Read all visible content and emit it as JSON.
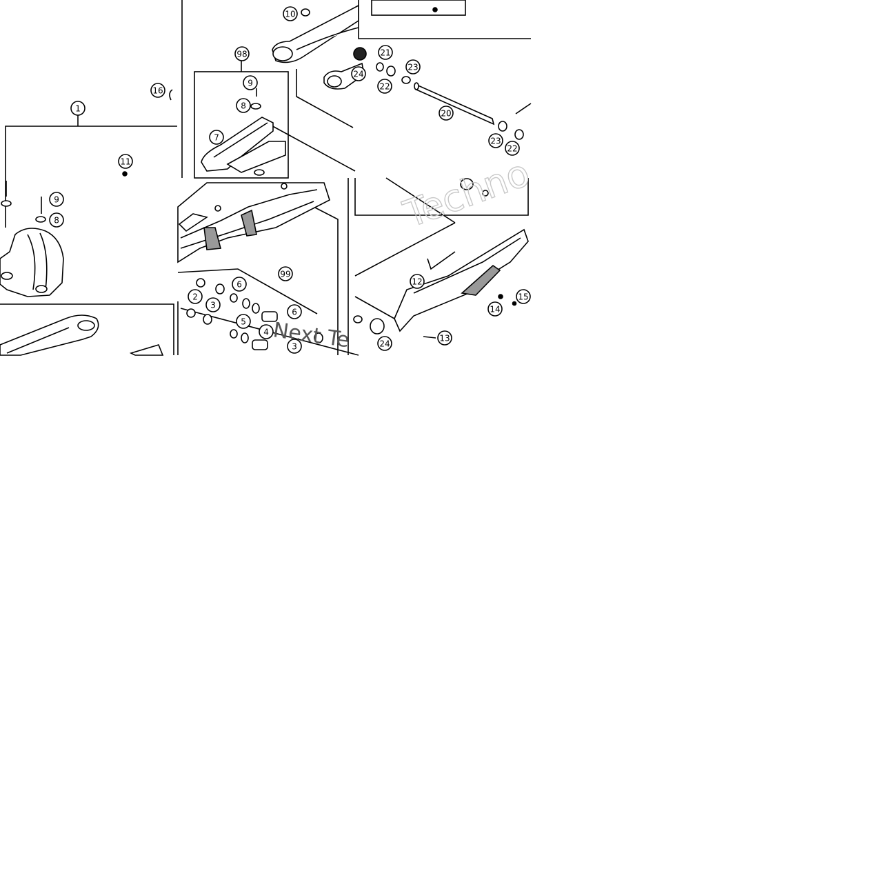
{
  "diagram": {
    "callouts": [
      {
        "id": "c-10",
        "label": "10"
      },
      {
        "id": "c-98",
        "label": "98"
      },
      {
        "id": "c-9a",
        "label": "9"
      },
      {
        "id": "c-8a",
        "label": "8"
      },
      {
        "id": "c-7",
        "label": "7"
      },
      {
        "id": "c-16",
        "label": "16"
      },
      {
        "id": "c-1",
        "label": "1"
      },
      {
        "id": "c-11",
        "label": "11"
      },
      {
        "id": "c-9b",
        "label": "9"
      },
      {
        "id": "c-8b",
        "label": "8"
      },
      {
        "id": "c-21",
        "label": "21"
      },
      {
        "id": "c-23a",
        "label": "23"
      },
      {
        "id": "c-24a",
        "label": "24"
      },
      {
        "id": "c-22a",
        "label": "22"
      },
      {
        "id": "c-20",
        "label": "20"
      },
      {
        "id": "c-23b",
        "label": "23"
      },
      {
        "id": "c-22b",
        "label": "22"
      },
      {
        "id": "c-99",
        "label": "99"
      },
      {
        "id": "c-6a",
        "label": "6"
      },
      {
        "id": "c-2a",
        "label": "2"
      },
      {
        "id": "c-3a",
        "label": "3"
      },
      {
        "id": "c-5",
        "label": "5"
      },
      {
        "id": "c-6b",
        "label": "6"
      },
      {
        "id": "c-4",
        "label": "4"
      },
      {
        "id": "c-3b",
        "label": "3"
      },
      {
        "id": "c-12",
        "label": "12"
      },
      {
        "id": "c-14",
        "label": "14"
      },
      {
        "id": "c-15",
        "label": "15"
      },
      {
        "id": "c-24b",
        "label": "24"
      },
      {
        "id": "c-13",
        "label": "13"
      }
    ],
    "watermarks": {
      "primary": "Techno",
      "secondary": "Next Te"
    },
    "colors": {
      "line": "#000000",
      "part_fill": "#ffffff",
      "part_shade": "#9a9a9a",
      "watermark": "#cfcfcf"
    }
  }
}
